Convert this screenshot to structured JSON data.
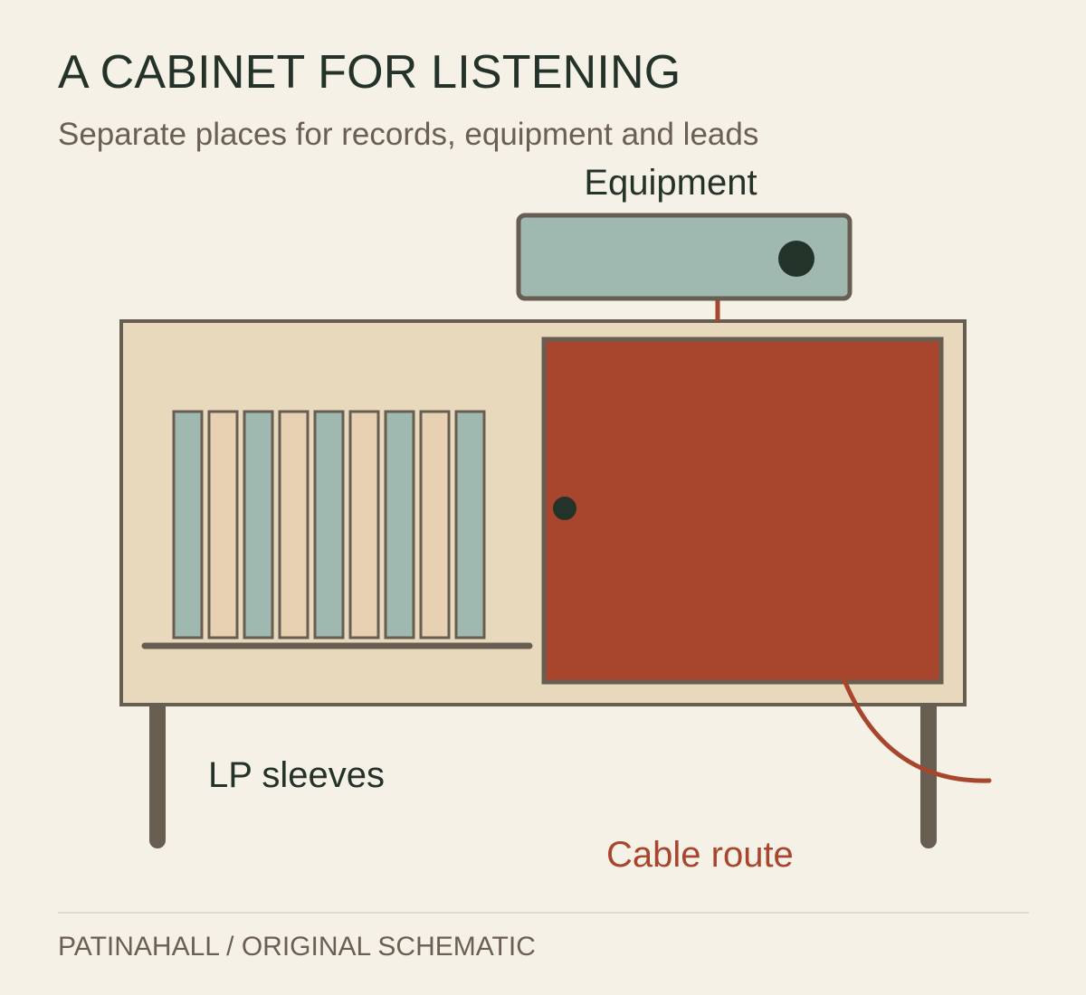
{
  "header": {
    "title": "A CABINET FOR LISTENING",
    "subtitle": "Separate places for records, equipment and leads"
  },
  "diagram": {
    "labels": {
      "equipment": "Equipment",
      "lp_sleeves": "LP sleeves",
      "cable_route": "Cable route"
    },
    "lp_sleeve_count": 9
  },
  "footer": {
    "credit": "PATINAHALL / ORIGINAL SCHEMATIC"
  },
  "colors": {
    "background": "#f6f1e7",
    "ink": "#233329",
    "muted_text": "#6b5f52",
    "outline": "#675d51",
    "cabinet_body": "#e8d9bd",
    "sleeve_sage": "#a0b9b0",
    "sleeve_sand": "#e8d1b2",
    "door_rust": "#a8452d",
    "cable_rust": "#a8452d",
    "equipment_box": "#a0b9b0",
    "knob_dark": "#233329",
    "rule": "#dedad1"
  }
}
